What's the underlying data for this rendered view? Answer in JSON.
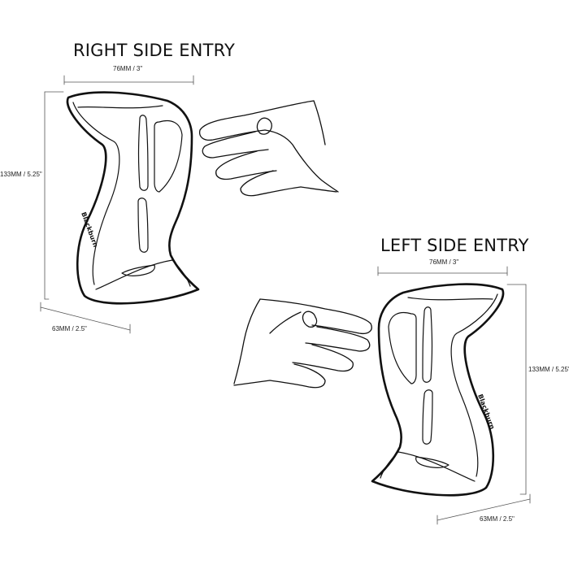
{
  "right_entry": {
    "title": "RIGHT SIDE ENTRY",
    "width_label": "76MM / 3\"",
    "height_label": "133MM / 5.25\"",
    "depth_label": "63MM / 2.5\"",
    "brand": "Blackburn"
  },
  "left_entry": {
    "title": "LEFT SIDE ENTRY",
    "width_label": "76MM / 3\"",
    "height_label": "133MM / 5.25\"",
    "depth_label": "63MM / 2.5\"",
    "brand": "Blackburn"
  }
}
